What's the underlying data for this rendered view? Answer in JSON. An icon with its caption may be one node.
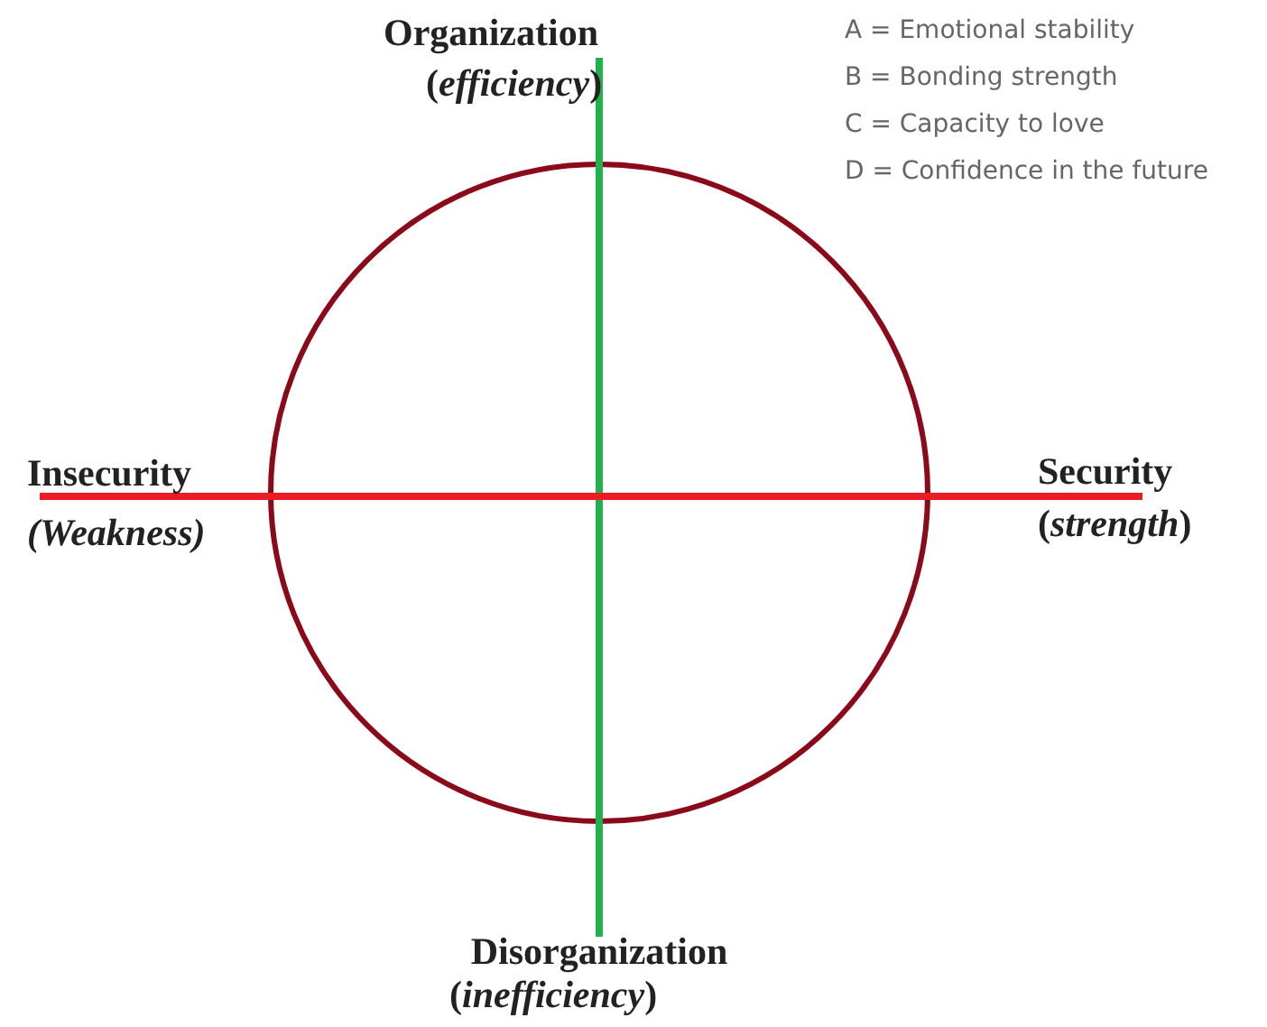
{
  "diagram": {
    "labels": [
      "Organization",
      "(*efficiency*)",
      "A = Emotional stability",
      "B = Bonding strength",
      "C = Capacity to love",
      "D = Confidence in the future",
      "Insecurity",
      "(Weakness)",
      "Security",
      "(*strength*)",
      "Disorganization",
      "(*inefficiency*)"
    ]
  }
}
